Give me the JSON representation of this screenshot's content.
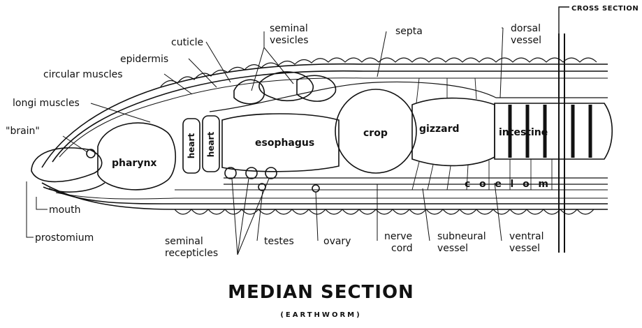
{
  "figure": {
    "title": "MEDIAN SECTION",
    "subtitle": "(EARTHWORM)",
    "cross_section_label": "CROSS SECTION"
  },
  "labels": {
    "cuticle": "cuticle",
    "epidermis": "epidermis",
    "circular_muscles": "circular muscles",
    "longi_muscles": "longi muscles",
    "brain": "\"brain\"",
    "mouth": "mouth",
    "prostomium": "prostomium",
    "seminal_vesicles_1": "seminal",
    "seminal_vesicles_2": "vesicles",
    "septa": "septa",
    "dorsal_vessel_1": "dorsal",
    "dorsal_vessel_2": "vessel",
    "seminal_recepticles_1": "seminal",
    "seminal_recepticles_2": "recepticles",
    "testes": "testes",
    "ovary": "ovary",
    "nerve_cord_1": "nerve",
    "nerve_cord_2": "cord",
    "subneural_vessel_1": "subneural",
    "subneural_vessel_2": "vessel",
    "ventral_vessel_1": "ventral",
    "ventral_vessel_2": "vessel"
  },
  "organs": {
    "pharynx": "pharynx",
    "heart_1": "heart",
    "heart_2": "heart",
    "esophagus": "esophagus",
    "crop": "crop",
    "gizzard": "gizzard",
    "intestine": "intestine",
    "coelom": [
      "c",
      "o",
      "e",
      "l",
      "o",
      "m"
    ]
  }
}
